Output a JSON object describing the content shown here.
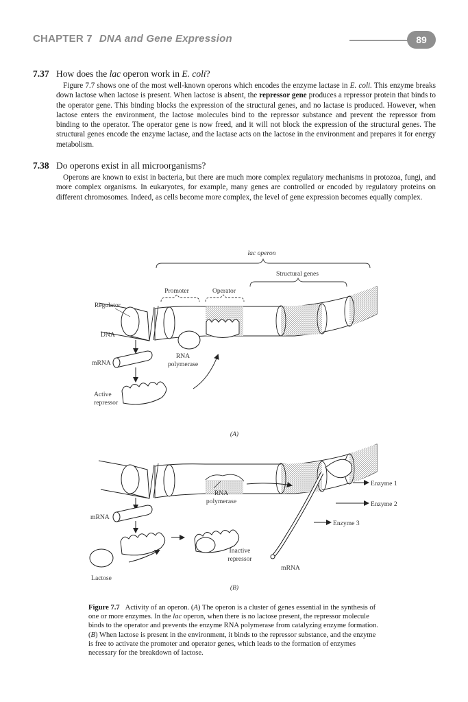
{
  "header": {
    "chapter": "CHAPTER 7",
    "title": "DNA and Gene Expression",
    "page_number": "89"
  },
  "q737": {
    "number": "7.37",
    "question_pre": "How does the ",
    "question_em1": "lac",
    "question_mid": " operon work in ",
    "question_em2": "E. coli",
    "question_post": "?",
    "answer_p1": "Figure 7.7 shows one of the most well-known operons which encodes the enzyme lactase in ",
    "answer_em": "E. coli.",
    "answer_p2": " This enzyme breaks down lactose when lactose is present. When lactose is absent, the ",
    "answer_bold": "repressor gene",
    "answer_p3": " produces a repressor protein that binds to the operator gene. This binding blocks the expression of the structural genes, and no lactase is produced. However, when lactose enters the environment, the lactose molecules bind to the repressor substance and prevent the repressor from binding to the operator. The operator gene is now freed, and it will not block the expression of the structural genes. The structural genes encode the enzyme lactase, and the lactase acts on the lactose in the environment and prepares it for energy metabolism."
  },
  "q738": {
    "number": "7.38",
    "question": "Do operons exist in all microorganisms?",
    "answer": "Operons are known to exist in bacteria, but there are much more complex regulatory mechanisms in protozoa, fungi, and more complex organisms. In eukaryotes, for example, many genes are controlled or encoded by regulatory proteins on different chromosomes. Indeed, as cells become more complex, the level of gene expression becomes equally complex."
  },
  "figure": {
    "panelA": {
      "lac_operon": "lac operon",
      "structural_genes": "Structural genes",
      "promoter": "Promoter",
      "operator": "Operator",
      "regulator": "Regulator",
      "dna": "DNA",
      "mrna": "mRNA",
      "rna": "RNA",
      "polymerase": "polymerase",
      "active": "Active",
      "repressor": "repressor",
      "panel_label": "(A)"
    },
    "panelB": {
      "rna": "RNA",
      "polymerase": "polymerase",
      "mrna_left": "mRNA",
      "enzyme1": "Enzyme 1",
      "enzyme2": "Enzyme 2",
      "enzyme3": "Enzyme 3",
      "inactive": "Inactive",
      "repressor": "repressor",
      "mrna_right": "mRNA",
      "lactose": "Lactose",
      "panel_label": "(B)"
    }
  },
  "caption": {
    "label": "Figure 7.7",
    "t1": "Activity of an operon. (",
    "a1": "A",
    "t2": ") The operon is a cluster of genes essential in the synthesis of one or more enzymes. In the ",
    "lac": "lac",
    "t3": " operon, when there is no lactose present, the repressor molecule binds to the operator and prevents the enzyme RNA polymerase from catalyzing enzyme formation. (",
    "b1": "B",
    "t4": ") When lactose is present in the environment, it binds to the repressor substance, and the enzyme is free to activate the promoter and operator genes, which leads to the formation of enzymes necessary for the breakdown of lactose."
  }
}
